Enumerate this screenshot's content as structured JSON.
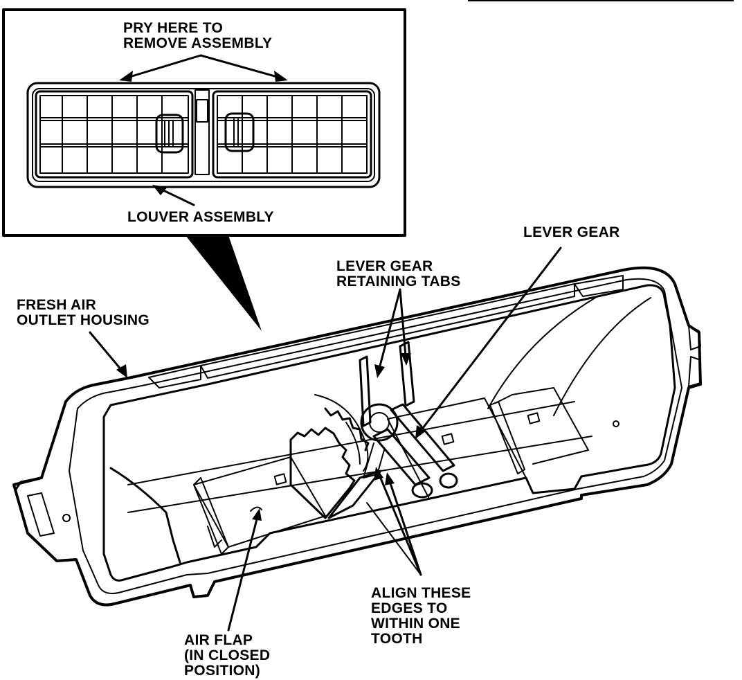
{
  "labels": {
    "pry_here": [
      "PRY HERE TO",
      "REMOVE ASSEMBLY"
    ],
    "louver_assembly": "LOUVER ASSEMBLY",
    "lever_gear": "LEVER GEAR",
    "lever_gear_retaining_tabs": [
      "LEVER GEAR",
      "RETAINING TABS"
    ],
    "fresh_air_outlet_housing": [
      "FRESH AIR",
      "OUTLET HOUSING"
    ],
    "align_edges": [
      "ALIGN THESE",
      "EDGES TO",
      "WITHIN ONE",
      "TOOTH"
    ],
    "air_flap": [
      "AIR FLAP",
      "(IN CLOSED",
      "POSITION)"
    ]
  },
  "colors": {
    "ink": "#000000",
    "paper": "#ffffff"
  }
}
